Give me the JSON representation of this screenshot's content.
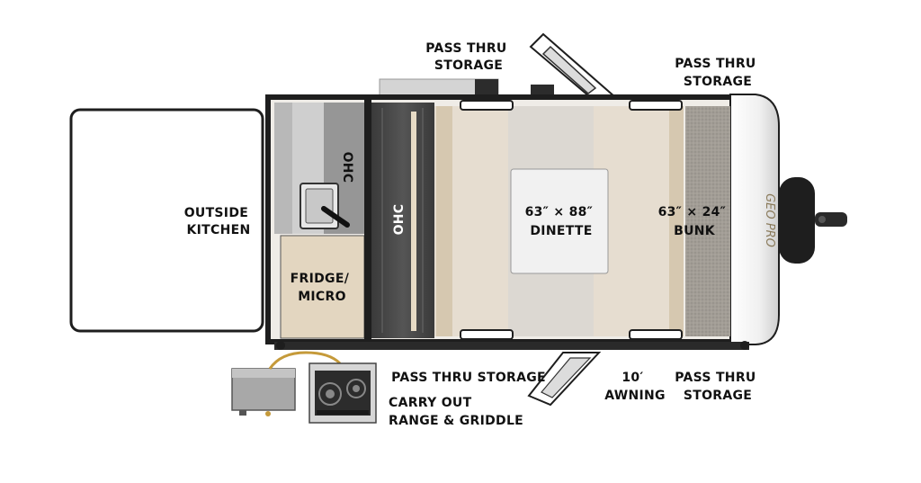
{
  "labels": {
    "outside_kitchen": [
      "OUTSIDE",
      "KITCHEN"
    ],
    "ohc_kitchen": "OHC",
    "ohc_center": "OHC",
    "fridge_micro": [
      "FRIDGE/",
      "MICRO"
    ],
    "dinette": [
      "63″ × 88″",
      "DINETTE"
    ],
    "bunk": [
      "63″ × 24″",
      "BUNK"
    ],
    "pass_thru_top_left": [
      "PASS THRU",
      "STORAGE"
    ],
    "pass_thru_top_right": [
      "PASS THRU",
      "STORAGE"
    ],
    "pass_thru_bottom_left": "PASS THRU STORAGE",
    "awning": [
      "10′",
      "AWNING"
    ],
    "pass_thru_bottom_right": [
      "PASS THRU",
      "STORAGE"
    ],
    "range": [
      "CARRY OUT",
      "RANGE & GRIDDLE"
    ],
    "brand_mark": "GEO PRO"
  },
  "colors": {
    "outline": "#1e1e1e",
    "floor_wood": "#d9d0c2",
    "carpet": "#9a958e",
    "cabinet": "#e2d5bf",
    "ohc_panel": "#4a4a4a",
    "fiberglass_cap": "#f2f2f2"
  }
}
